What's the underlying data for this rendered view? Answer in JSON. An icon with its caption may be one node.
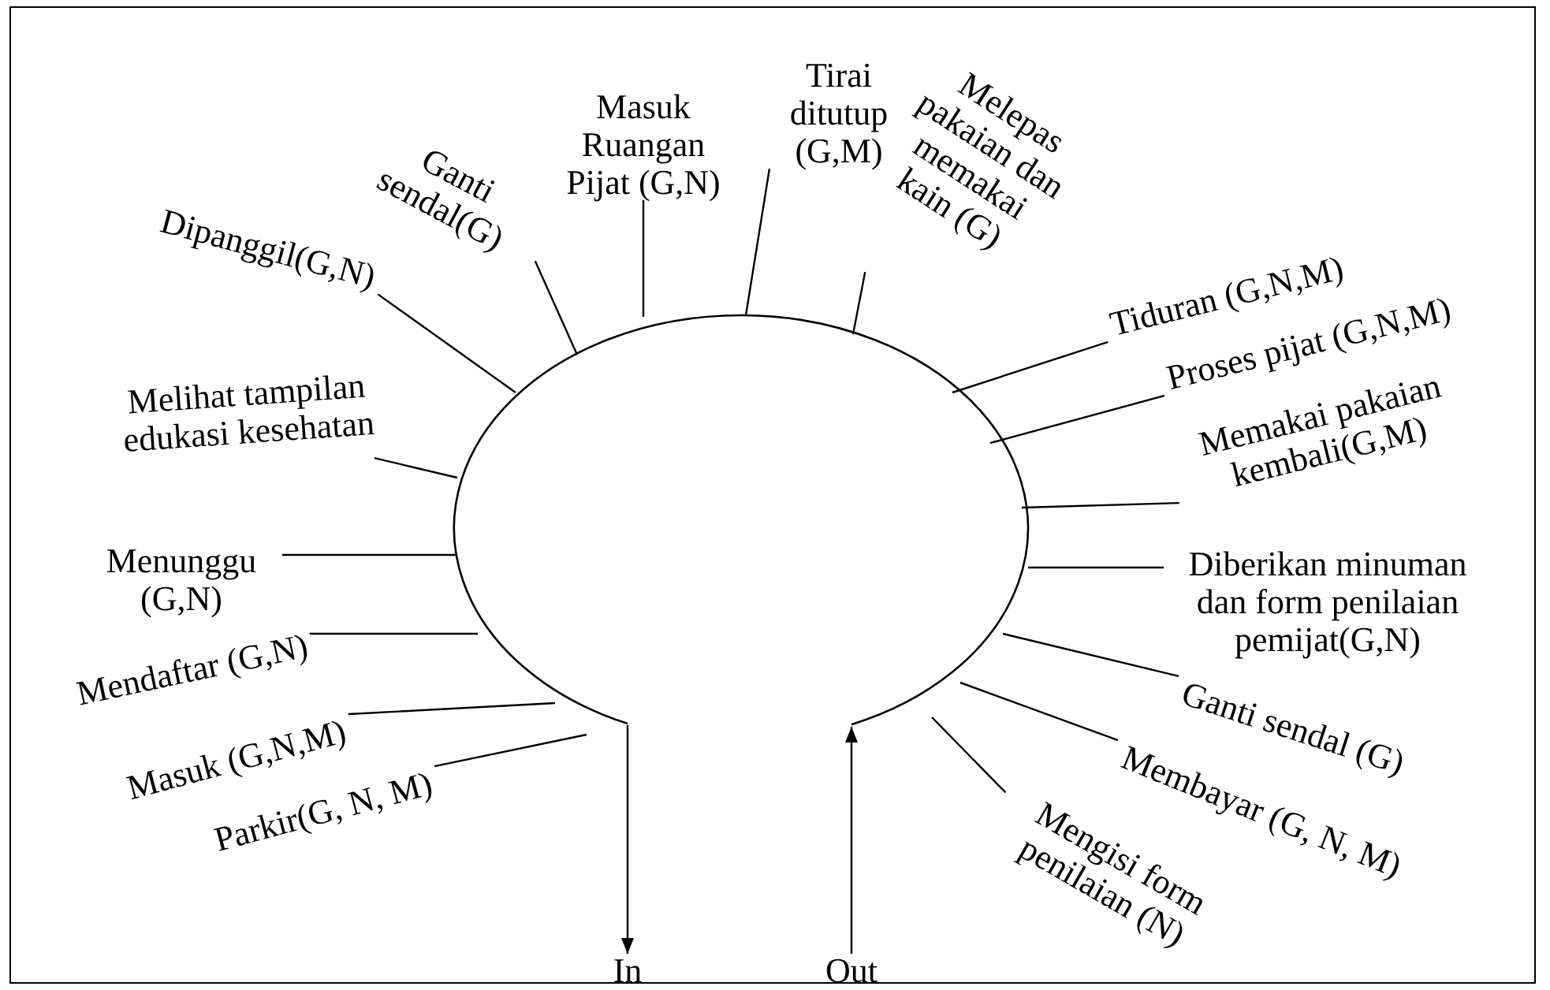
{
  "diagram": {
    "nodes": [
      {
        "text": [],
        "shape": "circle"
      },
      {
        "text": [
          "Parkir(G, N, M)"
        ]
      },
      {
        "text": [
          "Masuk (G,N,M)"
        ]
      },
      {
        "text": [
          "Mendaftar (G,N)"
        ]
      },
      {
        "text": [
          "Menunggu (G,N)"
        ]
      },
      {
        "text": [
          "Melihat tampilan edukasi kesehatan"
        ]
      },
      {
        "text": [
          "Dipanggil(G,N)"
        ]
      },
      {
        "text": [
          "Ganti sendal(G)"
        ]
      },
      {
        "text": [
          "Masuk Ruangan Pijat (G,N)"
        ]
      },
      {
        "text": [
          "Tirai ditutup (G,M)"
        ]
      },
      {
        "text": [
          "Melepas pakaian dan memakai kain (G)"
        ]
      },
      {
        "text": [
          "Tiduran (G,N,M)"
        ]
      },
      {
        "text": [
          "Proses pijat (G,N,M)"
        ]
      },
      {
        "text": [
          "Memakai pakaian kembali(G,M)"
        ]
      },
      {
        "text": [
          "Diberikan minuman dan form penilaian pemijat(G,N)"
        ]
      },
      {
        "text": [
          "Ganti sendal (G)"
        ]
      },
      {
        "text": [
          "Membayar (G, N, M)"
        ]
      },
      {
        "text": [
          "Mengisi form penilaian (N)"
        ]
      },
      {
        "text": [
          "In"
        ]
      },
      {
        "text": [
          "Out"
        ]
      }
    ],
    "edges": [
      {
        "from": 1,
        "to": 0,
        "arrow": "none"
      },
      {
        "from": 2,
        "to": 0,
        "arrow": "none"
      },
      {
        "from": 3,
        "to": 0,
        "arrow": "none"
      },
      {
        "from": 4,
        "to": 0,
        "arrow": "none"
      },
      {
        "from": 5,
        "to": 0,
        "arrow": "none"
      },
      {
        "from": 6,
        "to": 0,
        "arrow": "none"
      },
      {
        "from": 7,
        "to": 0,
        "arrow": "none"
      },
      {
        "from": 8,
        "to": 0,
        "arrow": "none"
      },
      {
        "from": 9,
        "to": 0,
        "arrow": "none"
      },
      {
        "from": 10,
        "to": 0,
        "arrow": "none"
      },
      {
        "from": 11,
        "to": 0,
        "arrow": "none"
      },
      {
        "from": 12,
        "to": 0,
        "arrow": "none"
      },
      {
        "from": 13,
        "to": 0,
        "arrow": "none"
      },
      {
        "from": 14,
        "to": 0,
        "arrow": "none"
      },
      {
        "from": 15,
        "to": 0,
        "arrow": "none"
      },
      {
        "from": 16,
        "to": 0,
        "arrow": "none"
      },
      {
        "from": 17,
        "to": 0,
        "arrow": "none"
      },
      {
        "from": 0,
        "to": 18,
        "arrow": "to"
      },
      {
        "from": 19,
        "to": 0,
        "arrow": "to"
      }
    ]
  }
}
